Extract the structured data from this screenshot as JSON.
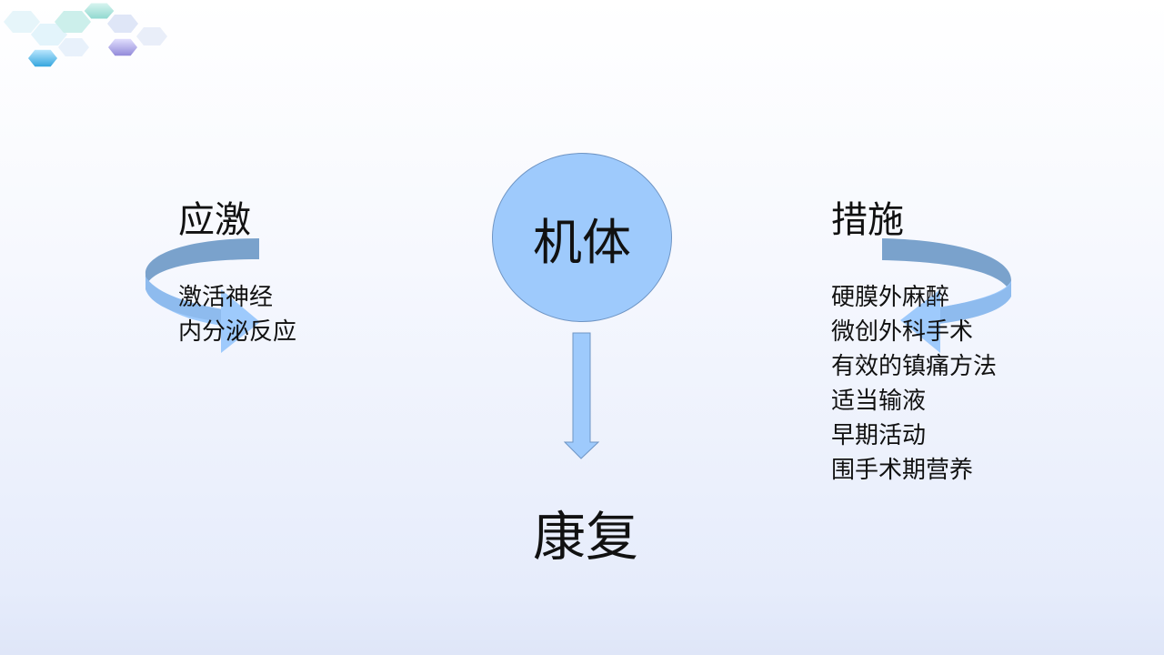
{
  "left": {
    "title": "应激",
    "lines": [
      "激活神经",
      "内分泌反应"
    ]
  },
  "center": {
    "circle_label": "机体",
    "bottom_label": "康复"
  },
  "right": {
    "title": "措施",
    "lines": [
      "硬膜外麻醉",
      "微创外科手术",
      "有效的镇痛方法",
      "适当输液",
      "早期活动",
      "围手术期营养"
    ]
  },
  "colors": {
    "circle_fill": "#9ecafc",
    "arrow_fill": "#9ecafc",
    "curved_arrow_top": "#7aa2cc",
    "curved_arrow_front": "#9ecafc"
  },
  "icons": {
    "decor": "hexagon-cluster-icon",
    "left_arrow": "curved-cycle-arrow-icon",
    "right_arrow": "curved-cycle-arrow-icon",
    "down_arrow": "down-arrow-icon"
  }
}
